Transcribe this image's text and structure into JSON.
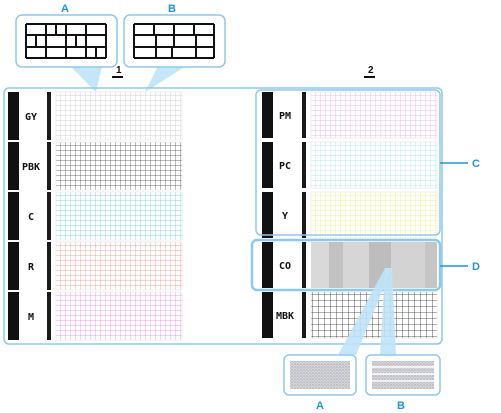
{
  "labels": {
    "top_zoom_a": "A",
    "top_zoom_b": "B",
    "bottom_zoom_a": "A",
    "bottom_zoom_b": "B",
    "group_c": "C",
    "group_d": "D",
    "block_1": "1",
    "block_2": "2"
  },
  "left_rows": [
    {
      "key": "gy",
      "name": "GY",
      "color": "#bdbdbd"
    },
    {
      "key": "pbk",
      "name": "PBK",
      "color": "#3a3a3a"
    },
    {
      "key": "c",
      "name": "C",
      "color": "#5ec9e6"
    },
    {
      "key": "r",
      "name": "R",
      "color": "#f08a78"
    },
    {
      "key": "m",
      "name": "M",
      "color": "#e67ee6"
    }
  ],
  "right_rows": [
    {
      "key": "pm",
      "name": "PM",
      "color": "#f0a6e0"
    },
    {
      "key": "pc",
      "name": "PC",
      "color": "#9fe4ec"
    },
    {
      "key": "y",
      "name": "Y",
      "color": "#ecec70"
    },
    {
      "key": "co",
      "name": "CO",
      "color": "#cfcfcf"
    },
    {
      "key": "mbk",
      "name": "MBK",
      "color": "#2a2a2a"
    }
  ],
  "colors": {
    "accent": "#1e96d6",
    "outline_light": "#8fc8ee",
    "label_bar": "#111111"
  }
}
